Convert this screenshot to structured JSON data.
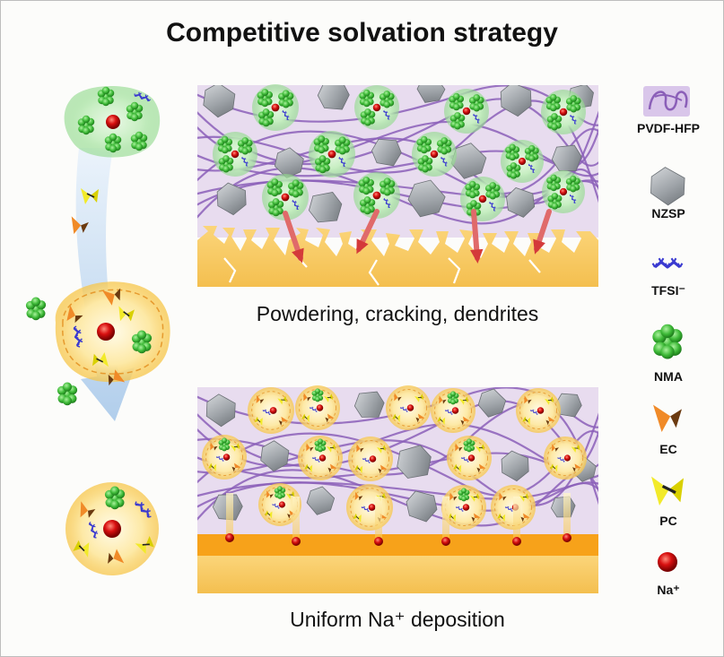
{
  "title": "Competitive solvation strategy",
  "panels": {
    "top_caption": "Powdering, cracking, dendrites",
    "bottom_caption": "Uniform Na⁺ deposition"
  },
  "legend": [
    {
      "label": "PVDF-HFP",
      "icon": "pvdf-hfp-polymer-icon"
    },
    {
      "label": "NZSP",
      "icon": "nzsp-particle-icon"
    },
    {
      "label": "TFSI⁻",
      "icon": "tfsi-anion-icon"
    },
    {
      "label": "NMA",
      "icon": "nma-molecule-icon"
    },
    {
      "label": "EC",
      "icon": "ec-molecule-icon"
    },
    {
      "label": "PC",
      "icon": "pc-molecule-icon"
    },
    {
      "label": "Na⁺",
      "icon": "sodium-ion-icon"
    }
  ],
  "colors": {
    "polymer_bg": "#e9dcef",
    "polymer_line": "#8b5fb8",
    "nzsp": "#9aa0a6",
    "tfsi": "#3a3ad0",
    "nma": "#3db83a",
    "ec": "#e07a1a",
    "pc": "#e8e020",
    "na": "#cc1010",
    "metal": "#f5c65a",
    "deposit": "#f7a21a",
    "arrow": "#e06a6a",
    "flow_arrow": "#b9d4ee"
  }
}
